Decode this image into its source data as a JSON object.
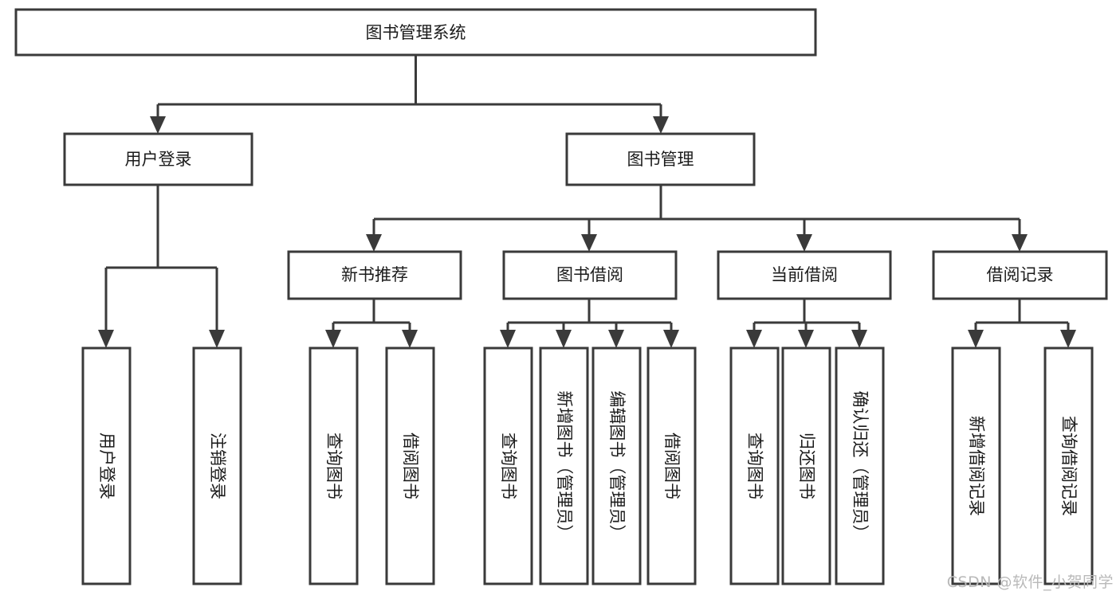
{
  "diagram": {
    "title": "图书管理系统",
    "type": "hierarchy-tree",
    "orientation": "top-down",
    "colors": {
      "box_stroke": "#3a3a3a",
      "box_fill": "#ffffff",
      "connector": "#3a3a3a",
      "text": "#1b1b1b",
      "background": "#ffffff",
      "watermark": "#b9b9b9"
    },
    "root": {
      "id": "root",
      "label": "图书管理系统"
    },
    "level2": [
      {
        "id": "user-login",
        "label": "用户登录"
      },
      {
        "id": "book-management",
        "label": "图书管理"
      }
    ],
    "level3": [
      {
        "id": "new-book-recommend",
        "label": "新书推荐",
        "parent": "book-management"
      },
      {
        "id": "book-borrow",
        "label": "图书借阅",
        "parent": "book-management"
      },
      {
        "id": "current-borrow",
        "label": "当前借阅",
        "parent": "book-management"
      },
      {
        "id": "borrow-record",
        "label": "借阅记录",
        "parent": "book-management"
      }
    ],
    "leaves": [
      {
        "id": "leaf-user-login",
        "label": "用户登录",
        "parent": "user-login"
      },
      {
        "id": "leaf-logout-login",
        "label": "注销登录",
        "parent": "user-login"
      },
      {
        "id": "leaf-query-book-1",
        "label": "查询图书",
        "parent": "new-book-recommend"
      },
      {
        "id": "leaf-borrow-book-1",
        "label": "借阅图书",
        "parent": "new-book-recommend"
      },
      {
        "id": "leaf-query-book-2",
        "label": "查询图书",
        "parent": "book-borrow"
      },
      {
        "id": "leaf-add-book",
        "label": "新增图书（管理员）",
        "parent": "book-borrow"
      },
      {
        "id": "leaf-edit-book",
        "label": "编辑图书（管理员）",
        "parent": "book-borrow"
      },
      {
        "id": "leaf-borrow-book-2",
        "label": "借阅图书",
        "parent": "book-borrow"
      },
      {
        "id": "leaf-query-book-3",
        "label": "查询图书",
        "parent": "current-borrow"
      },
      {
        "id": "leaf-return-book",
        "label": "归还图书",
        "parent": "current-borrow"
      },
      {
        "id": "leaf-confirm-return",
        "label": "确认归还（管理员）",
        "parent": "current-borrow"
      },
      {
        "id": "leaf-add-borrow-record",
        "label": "新增借阅记录",
        "parent": "borrow-record"
      },
      {
        "id": "leaf-query-borrow-record",
        "label": "查询借阅记录",
        "parent": "borrow-record"
      }
    ],
    "watermark": "CSDN @软件_小贺同学"
  }
}
